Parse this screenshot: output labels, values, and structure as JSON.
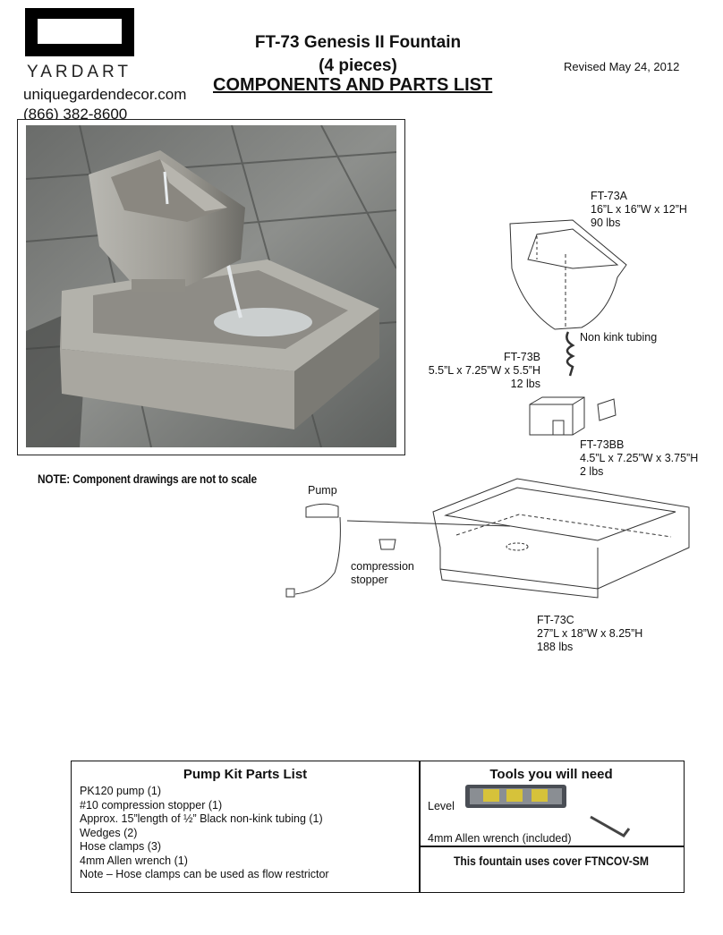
{
  "brand": {
    "name": "YARDART",
    "website": "uniquegardendecor.com",
    "phone": "(866) 382-8600"
  },
  "header": {
    "title": "FT-73 Genesis II Fountain",
    "subtitle": "(4 pieces)",
    "heading": "COMPONENTS AND PARTS LIST",
    "revised": "Revised May 24, 2012"
  },
  "note": "NOTE: Component drawings are not to scale",
  "components": {
    "a": {
      "code": "FT-73A",
      "dims": "16”L x 16”W x 12”H",
      "weight": "90 lbs"
    },
    "tubing": "Non kink tubing",
    "b": {
      "code": "FT-73B",
      "dims": "5.5”L x 7.25”W x 5.5”H",
      "weight": "12 lbs"
    },
    "bb": {
      "code": "FT-73BB",
      "dims": "4.5”L x 7.25”W x 3.75”H",
      "weight": "2 lbs"
    },
    "c": {
      "code": "FT-73C",
      "dims": "27”L x 18”W x 8.25”H",
      "weight": "188 lbs"
    },
    "pump": "Pump",
    "stopper_line1": "compression",
    "stopper_line2": "stopper"
  },
  "parts_list": {
    "title": "Pump Kit Parts List",
    "items": [
      "PK120 pump (1)",
      "#10 compression stopper (1)",
      "Approx. 15”length of ½” Black non-kink tubing (1)",
      "Wedges (2)",
      "Hose clamps (3)",
      "4mm Allen wrench (1)",
      "Note – Hose clamps can be used as flow restrictor"
    ]
  },
  "tools": {
    "title": "Tools you will need",
    "level": "Level",
    "allen": "4mm Allen wrench (included)",
    "cover_note": "This fountain uses cover FTNCOV-SM"
  }
}
